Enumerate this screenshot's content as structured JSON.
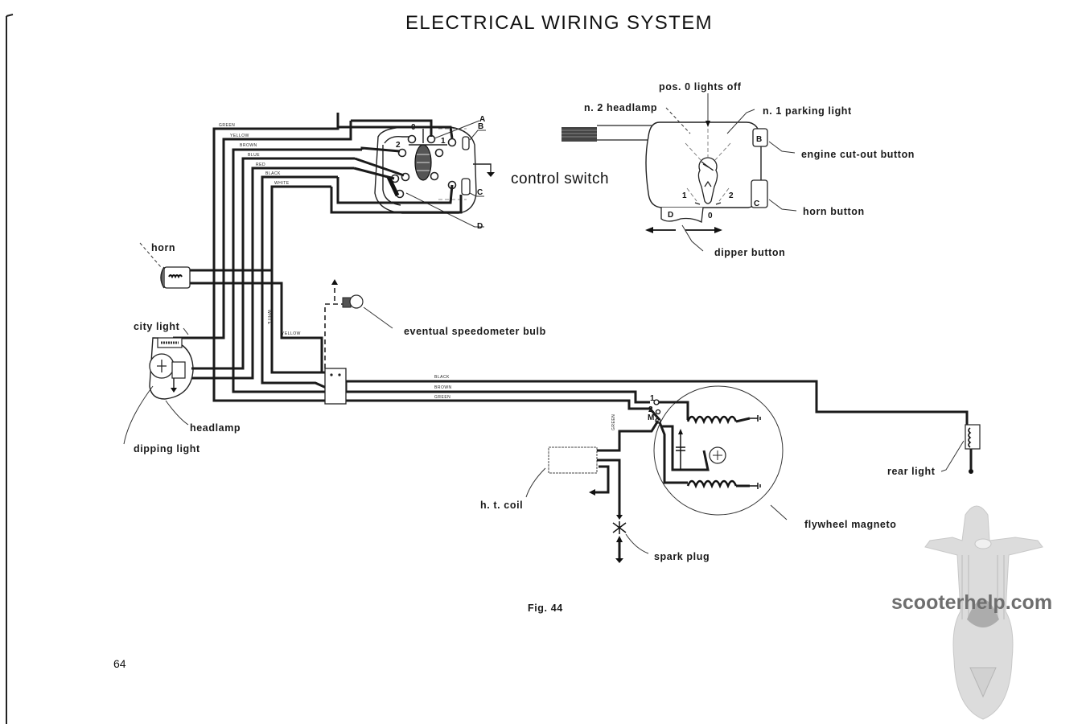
{
  "page": {
    "title": "ELECTRICAL WIRING SYSTEM",
    "figure_caption": "Fig. 44",
    "page_number": "64",
    "watermark": "scooterhelp.com"
  },
  "wire_colors": [
    "GREEN",
    "YELLOW",
    "BROWN",
    "BLUE",
    "RED",
    "BLACK",
    "WHITE"
  ],
  "bus_labels": {
    "white_vertical": "WHITE",
    "yellow": "YELLOW",
    "black": "BLACK",
    "brown": "BROWN",
    "green": "GREEN",
    "green_coil": "GREEN"
  },
  "control_switch": {
    "label": "control switch",
    "terminal_labels": {
      "A": "A",
      "B": "B",
      "C": "C",
      "D": "D"
    },
    "positions": {
      "p0": "0",
      "p1": "1",
      "p2": "2"
    }
  },
  "switch_detail": {
    "callouts": {
      "pos0": "pos. 0 lights off",
      "headlamp": "n. 2 headlamp",
      "parking": "n. 1 parking light",
      "cutout": "engine cut-out button",
      "horn": "horn button",
      "dipper": "dipper button"
    },
    "button_letters": {
      "B": "B",
      "C": "C",
      "D": "D"
    },
    "position_marks": {
      "one": "1",
      "two": "2",
      "zero": "0"
    }
  },
  "components": {
    "horn": "horn",
    "city_light": "city light",
    "headlamp": "headlamp",
    "dipping_light": "dipping light",
    "speedometer_bulb": "eventual speedometer bulb",
    "ht_coil": "h. t. coil",
    "spark_plug": "spark plug",
    "flywheel_magneto": "flywheel magneto",
    "rear_light": "rear light"
  },
  "magneto_terminals": {
    "t1": "1",
    "t2": "2",
    "tM": "M"
  }
}
